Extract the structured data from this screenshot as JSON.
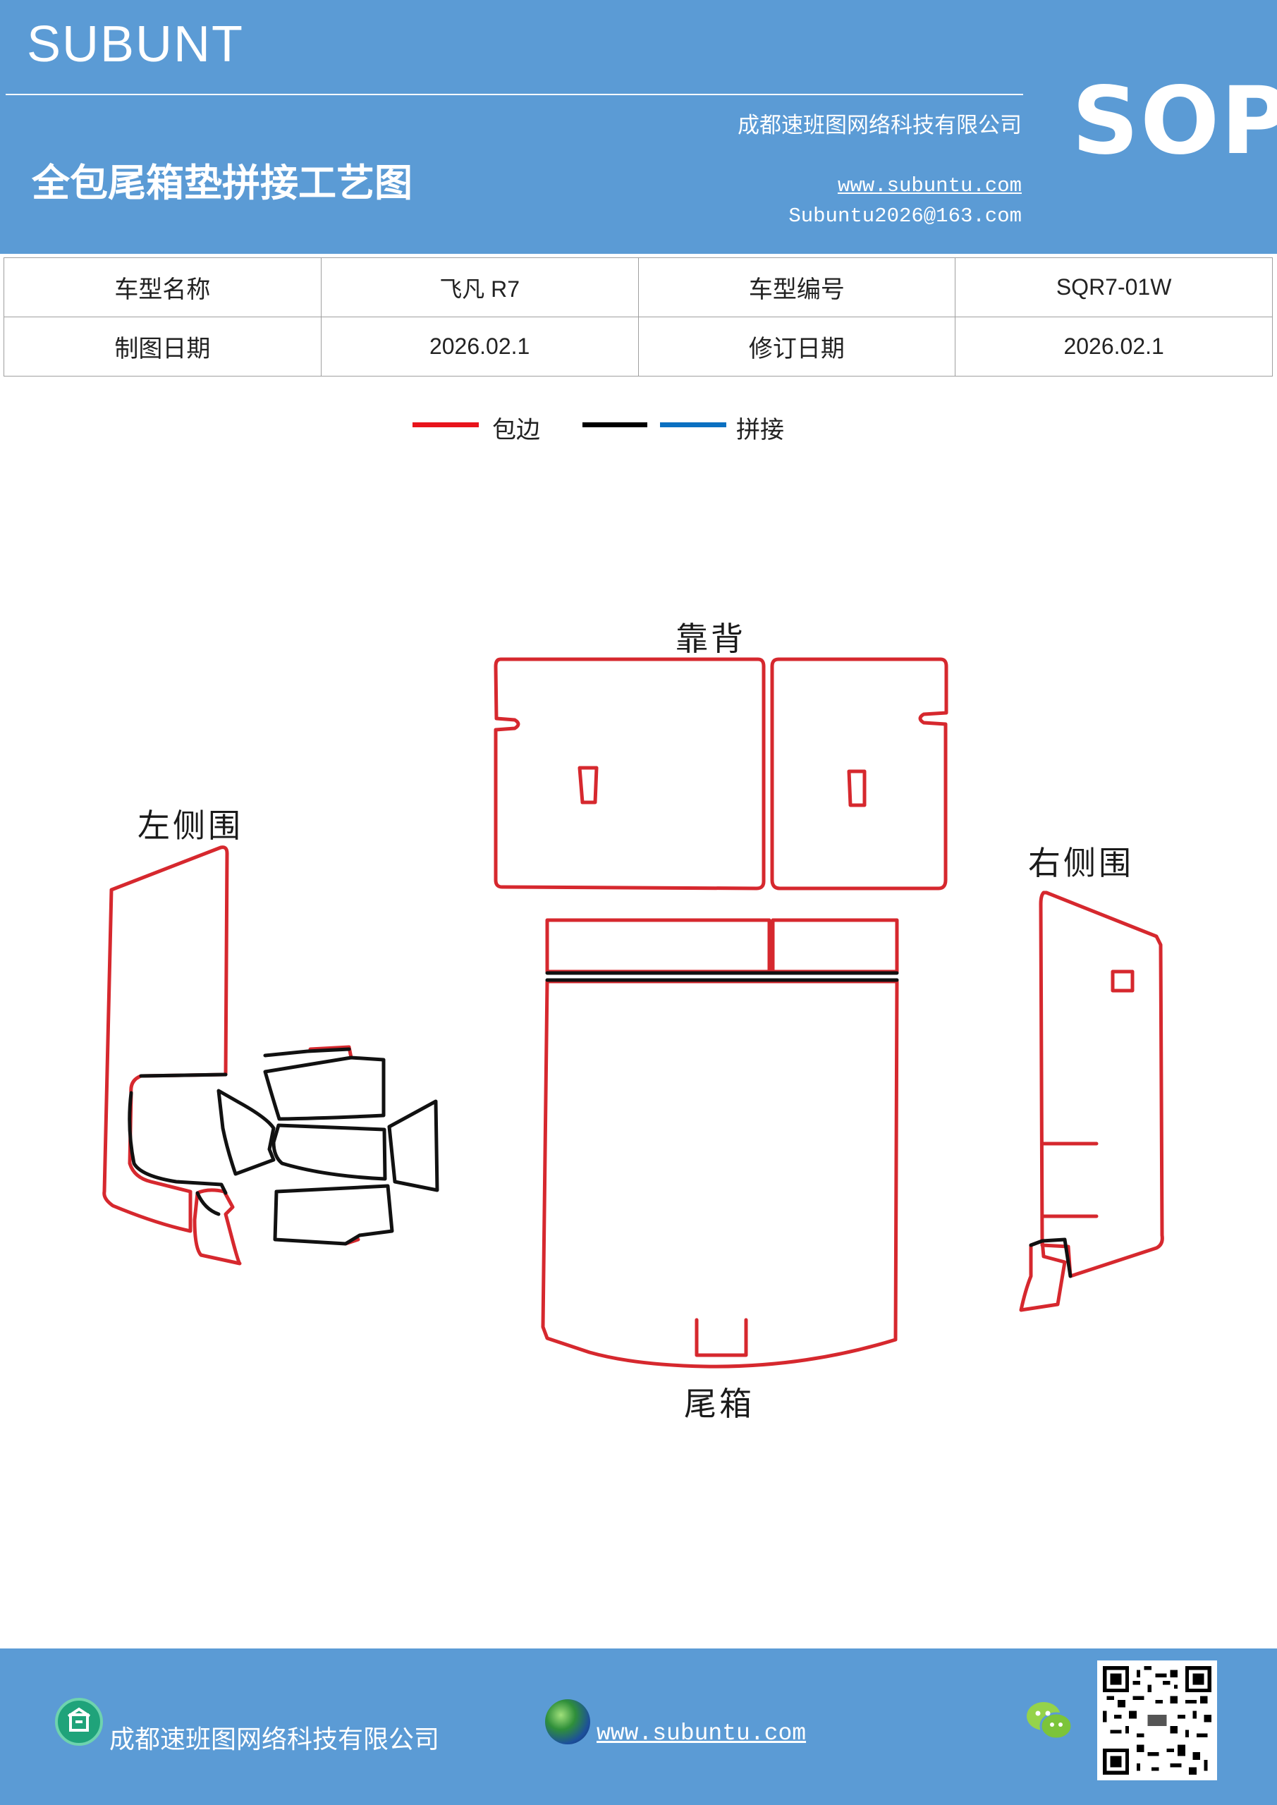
{
  "header": {
    "brand": "SUBUNT",
    "company": "成都速班图网络科技有限公司",
    "title": "全包尾箱垫拼接工艺图",
    "website": "www.subuntu.com",
    "email": "Subuntu2026@163.com",
    "badge": "SOP",
    "background_color": "#5b9bd5"
  },
  "info_table": {
    "rows": [
      [
        "车型名称",
        "飞凡 R7",
        "车型编号",
        "SQR7-01W"
      ],
      [
        "制图日期",
        "2026.02.1",
        "修订日期",
        "2026.02.1"
      ]
    ]
  },
  "legend": {
    "items": [
      {
        "color": "#e8141c",
        "label": "包边"
      },
      {
        "color": "#000000",
        "label": ""
      },
      {
        "color": "#0b70c1",
        "label": "拼接"
      }
    ]
  },
  "drawing": {
    "labels": {
      "backrest": "靠背",
      "left_side": "左侧围",
      "right_side": "右侧围",
      "trunk": "尾箱"
    },
    "line_colors": {
      "edge": "#d6282e",
      "seam": "#111111"
    }
  },
  "footer": {
    "company": "成都速班图网络科技有限公司",
    "website": "www.subuntu.com",
    "icons": [
      "building-icon",
      "globe-icon",
      "wechat-icon",
      "qr-code"
    ]
  }
}
